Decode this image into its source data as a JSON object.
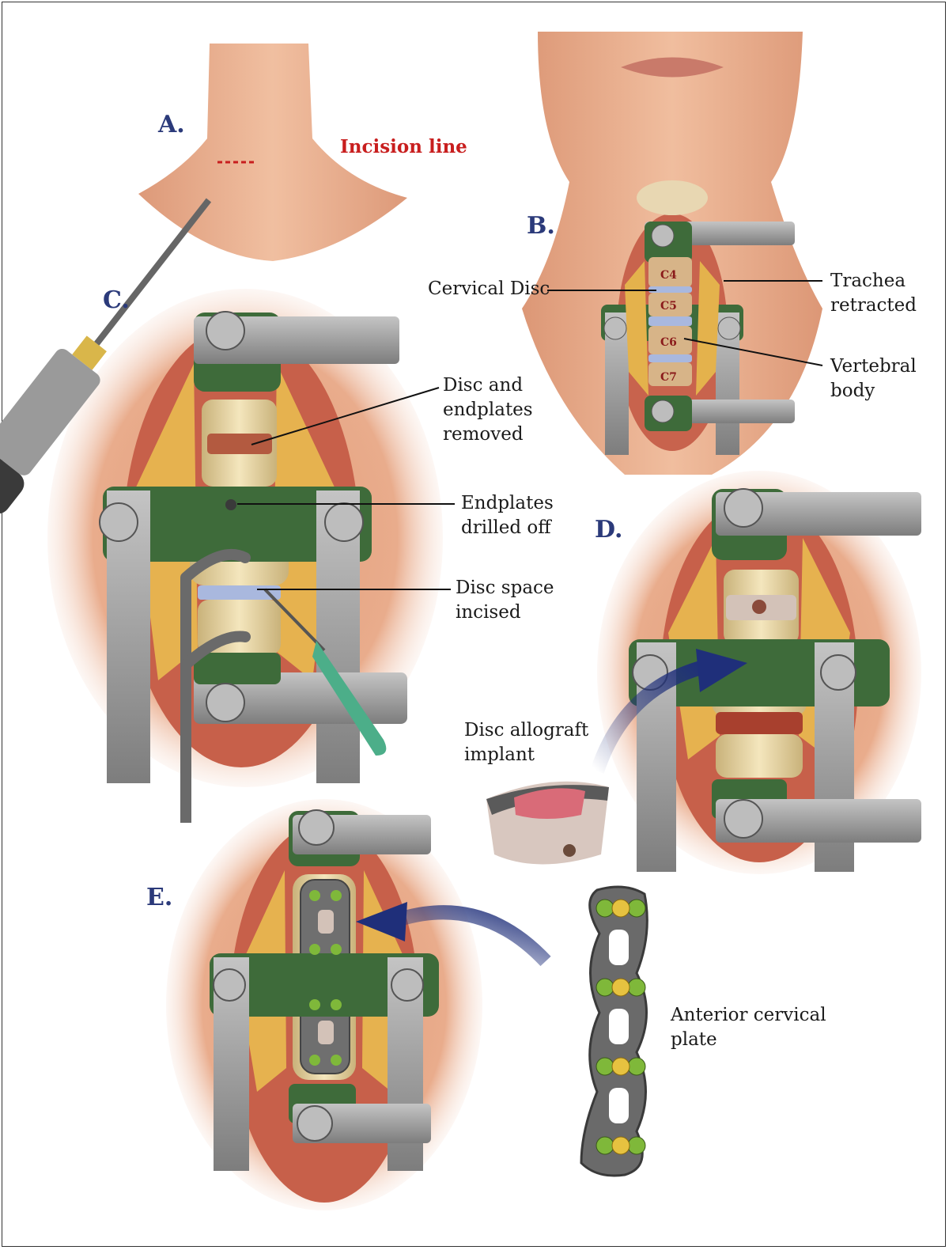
{
  "panels": {
    "a": "A.",
    "b": "B.",
    "c": "C.",
    "d": "D.",
    "e": "E."
  },
  "labels": {
    "incision": "Incision line",
    "cervical_disc": "Cervical Disc",
    "trachea": "Trachea\nretracted",
    "vertebral_body": "Vertebral\nbody",
    "disc_removed": "Disc and\nendplates\nremoved",
    "endplates_drilled": "Endplates\ndrilled off",
    "disc_incised": "Disc space\nincised",
    "allograft": "Disc allograft\nimplant",
    "plate": "Anterior cervical\nplate"
  },
  "vertebrae": [
    "C4",
    "C5",
    "C6",
    "C7"
  ],
  "colors": {
    "panel_label": "#2b3a7a",
    "incision": "#c81e1e",
    "skin": "#e8a584",
    "bone": "#eddcae",
    "retractor": "#9a9a9a",
    "retractor_pad": "#3e6b3a",
    "arrow": "#1f2f7a"
  }
}
